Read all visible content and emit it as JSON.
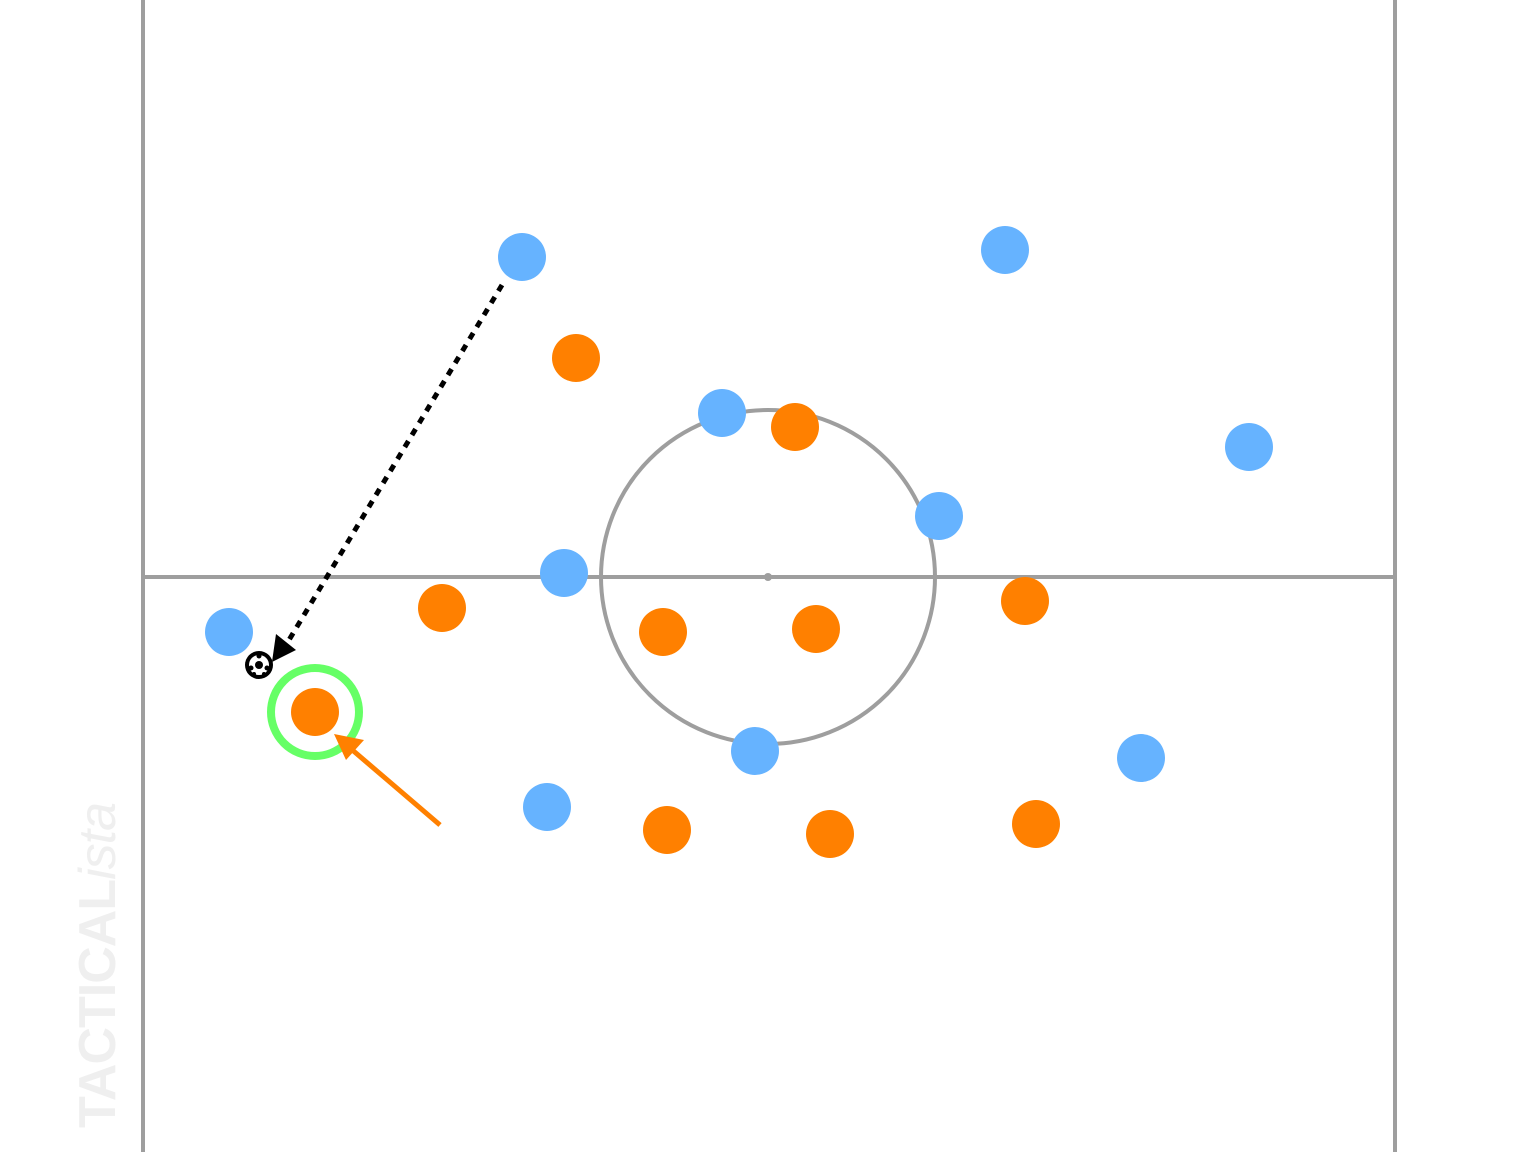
{
  "pitch": {
    "line_color": "#9e9e9e"
  },
  "teams": [
    {
      "id": "blue",
      "color": "#66b3ff",
      "player_count": 10
    },
    {
      "id": "orange",
      "color": "#ff8000",
      "player_count": 10
    }
  ],
  "pass": {
    "style": "dotted",
    "color": "#000000"
  },
  "highlight": {
    "ring_color": "#66ff66",
    "arrow_color": "#ff8000"
  },
  "ball": {
    "icon": "soccer-ball-icon"
  },
  "watermark": {
    "main": "TACTICAL",
    "suffix": "ista"
  }
}
